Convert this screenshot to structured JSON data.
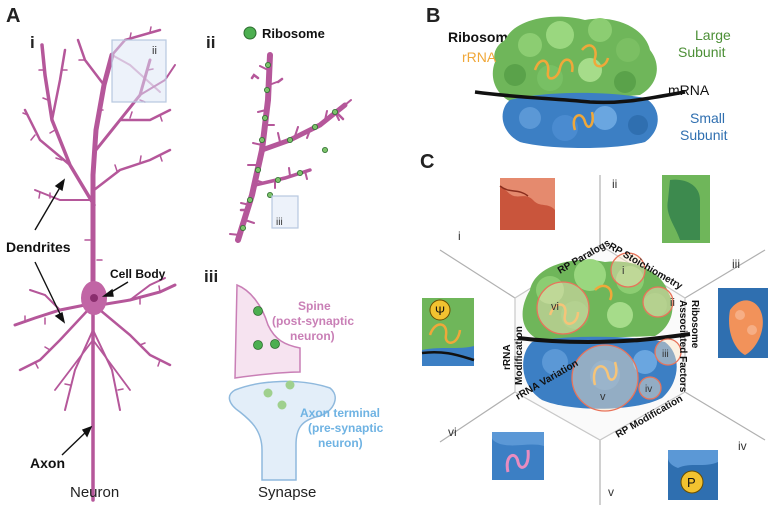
{
  "panel_a": {
    "letter": "A",
    "sub_i": "i",
    "sub_ii": "ii",
    "sub_iii": "iii",
    "inset_ii": "ii",
    "inset_iii": "iii",
    "label_dendrites": "Dendrites",
    "label_cell_body": "Cell Body",
    "label_axon": "Axon",
    "label_neuron": "Neuron",
    "label_synapse": "Synapse",
    "legend_ribosome": "Ribosome",
    "spine_line1": "Spine",
    "spine_line2": "(post-synaptic",
    "spine_line3": "neuron)",
    "terminal_line1": "Axon terminal",
    "terminal_line2": "(pre-synaptic",
    "terminal_line3": "neuron)"
  },
  "panel_b": {
    "letter": "B",
    "title": "Ribosome",
    "large_line1": "Large",
    "large_line2": "Subunit",
    "small_line1": "Small",
    "small_line2": "Subunit",
    "rrna": "rRNA",
    "mrna": "mRNA"
  },
  "panel_c": {
    "letter": "C",
    "sectors": [
      "i",
      "ii",
      "iii",
      "iv",
      "v",
      "vi"
    ],
    "labels": {
      "rp_paralogs": "RP Paralogs",
      "rp_stoichiometry": "RP Stoichiometry",
      "raf_line1": "Ribosome",
      "raf_line2": "Associated Factors",
      "rp_modification": "RP Modification",
      "rrna_variation": "rRNA Variation",
      "rrna_mod_line1": "rRNA",
      "rrna_mod_line2": "Modification"
    },
    "circle_labels": [
      "i",
      "ii",
      "iii",
      "iv",
      "v",
      "vi"
    ],
    "psi_symbol": "Ψ",
    "p_symbol": "P"
  },
  "colors": {
    "neuron": "#b5579a",
    "large_subunit": "#6fb65a",
    "small_subunit": "#3c7fc4",
    "rrna": "#f0a83a",
    "spine_label": "#c97fb6",
    "terminal_label": "#6fb3e3",
    "large_label": "#4c8f36",
    "small_label": "#2f6fb0"
  }
}
